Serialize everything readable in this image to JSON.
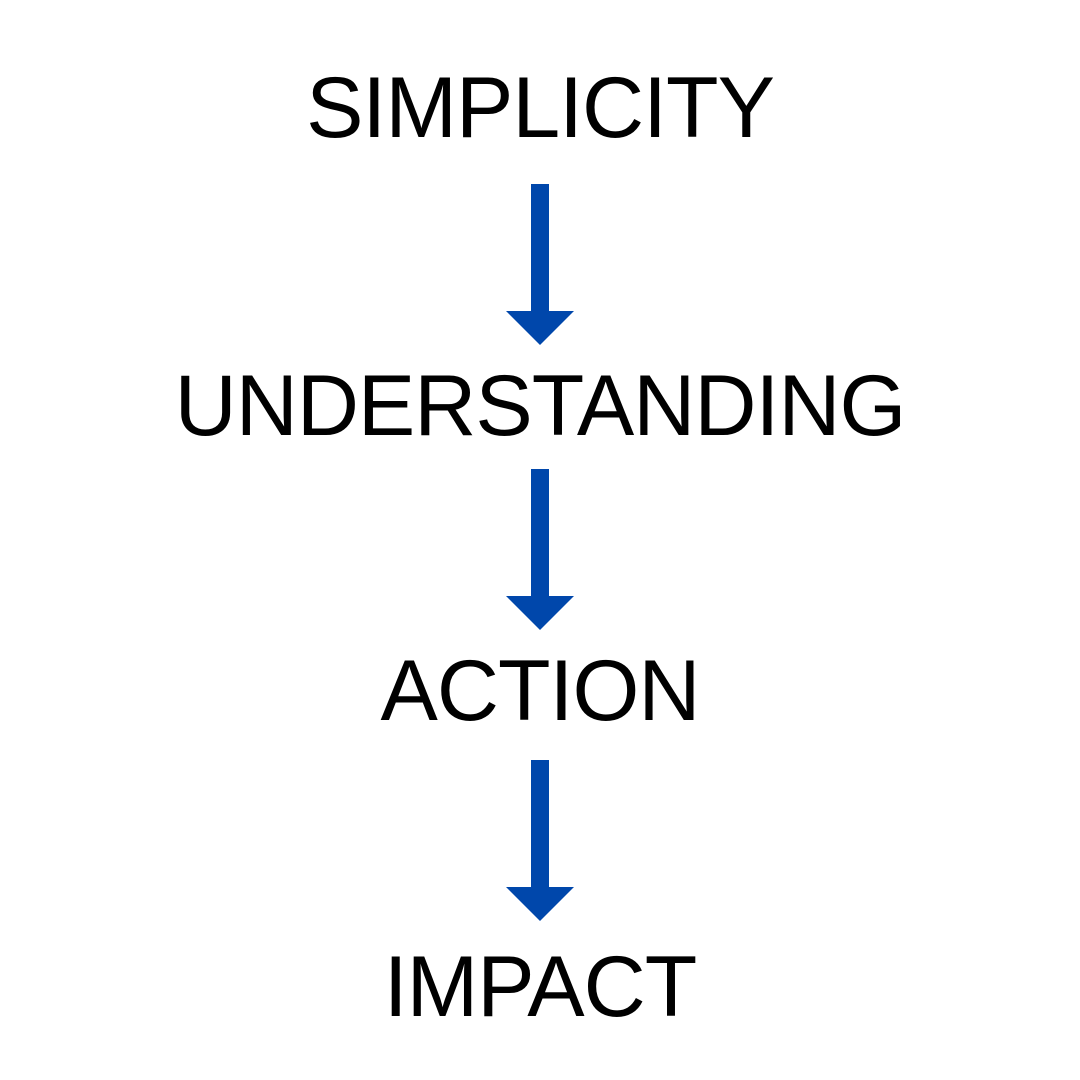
{
  "diagram": {
    "steps": [
      "SIMPLICITY",
      "UNDERSTANDING",
      "ACTION",
      "IMPACT"
    ],
    "arrow_color": "#0047AB",
    "text_color": "#000000",
    "arrow_icon": "down-arrow-icon"
  }
}
